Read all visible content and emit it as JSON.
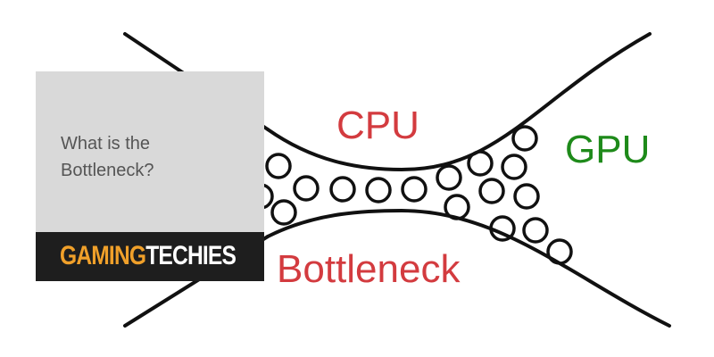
{
  "diagram": {
    "labels": {
      "cpu": "CPU",
      "gpu": "GPU",
      "bottleneck": "Bottleneck"
    },
    "colors": {
      "cpu": "#d33b3f",
      "gpu": "#1e8a1a",
      "bottleneck": "#d33b3f",
      "outline": "#111111"
    }
  },
  "card": {
    "title": "What is the Bottleneck?",
    "brand_part1": "GAMING",
    "brand_part2": "TECHIES",
    "brand_accent_color": "#f0a02a",
    "background_color": "#d9d9d9",
    "bar_color": "#1e1e1e"
  }
}
